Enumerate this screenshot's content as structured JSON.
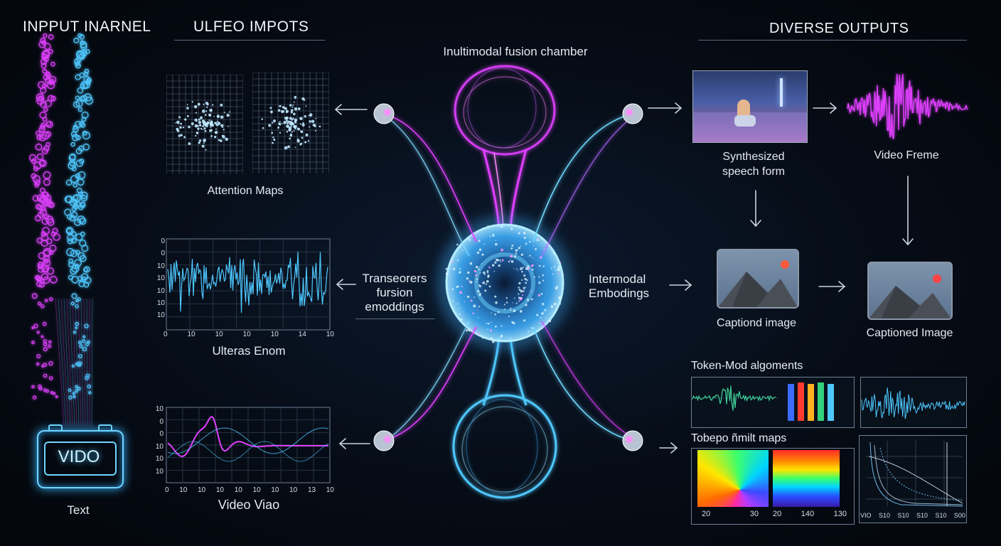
{
  "headers": {
    "input_channel": "INPPUT INARNEL",
    "ulfeo_impots": "ULFEO IMPOTS",
    "diverse_outputs": "DIVERSE OUTPUTS"
  },
  "center": {
    "chamber_label": "Inultimodal fusion chamber",
    "left_label_lines": [
      "Transeorers",
      "fursion",
      "emoddings"
    ],
    "right_label_lines": [
      "Intermodal",
      "Embodings"
    ]
  },
  "left_panels": {
    "attention_maps": "Attention Maps",
    "ulteras_enom": "Ulteras Enom",
    "ulteras_y_ticks": [
      "0",
      "0",
      "10",
      "10",
      "10",
      "10",
      "10"
    ],
    "ulteras_x_ticks": [
      "0",
      "10",
      "10",
      "10",
      "10",
      "14",
      "10"
    ],
    "video_viao": "Video Viao",
    "video_y_ticks": [
      "10",
      "0",
      "0",
      "10",
      "10",
      "10"
    ],
    "video_x_ticks": [
      "0",
      "10",
      "10",
      "10",
      "10",
      "10",
      "10",
      "10",
      "13",
      "10"
    ]
  },
  "input": {
    "device_label": "VIDO",
    "caption": "Text"
  },
  "outputs": {
    "synth_speech_lines": [
      "Synthesized",
      "speech form"
    ],
    "video_freme": "Video Freme",
    "captiond_image": "Captiond image",
    "captioned_image": "Captioned Image",
    "token_mod": "Token-Mod algoments",
    "tobepo": "Tobepo ñmilt maps",
    "heat_ticks_a": [
      "20",
      "30"
    ],
    "heat_ticks_b": [
      "20",
      "140",
      "130"
    ],
    "line_ticks": [
      "VIO",
      "S10",
      "S10",
      "S10",
      "S10",
      "S00"
    ]
  },
  "colors": {
    "magenta": "#e040ff",
    "cyan": "#4fc8ff",
    "accent_red": "#ff5a3c"
  }
}
